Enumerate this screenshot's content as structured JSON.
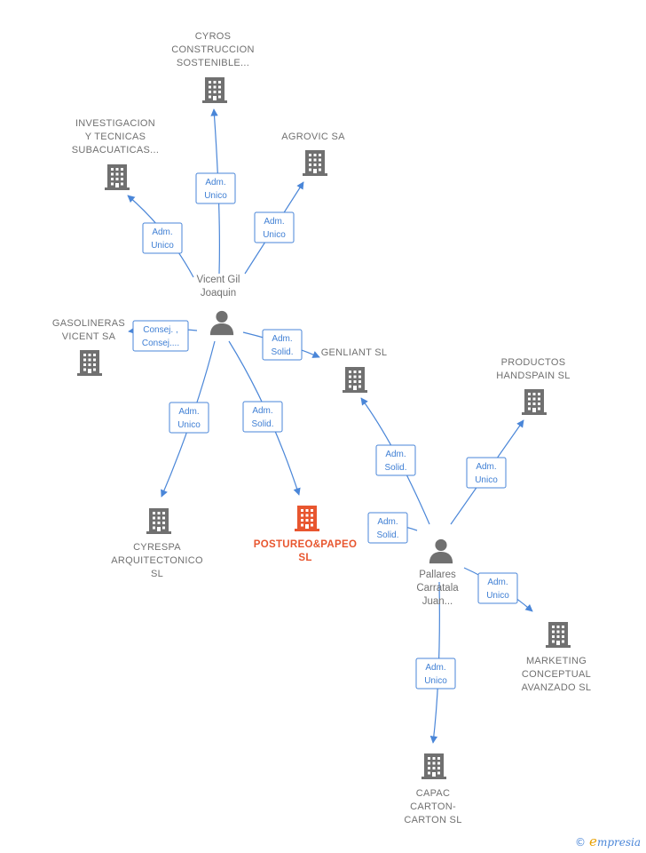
{
  "colors": {
    "edge": "#4a86d8",
    "company": "#707070",
    "main_company": "#e8562f",
    "person": "#707070"
  },
  "persons": [
    {
      "id": "vicent",
      "lines": [
        "Vicent Gil",
        "Joaquin"
      ],
      "icon": "person-icon"
    },
    {
      "id": "pallares",
      "lines": [
        "Pallares",
        "Carratala",
        "Juan..."
      ],
      "icon": "person-icon"
    }
  ],
  "companies": [
    {
      "id": "cyros",
      "lines": [
        "CYROS",
        "CONSTRUCCION",
        "SOSTENIBLE..."
      ],
      "main": false
    },
    {
      "id": "investigacion",
      "lines": [
        "INVESTIGACION",
        "Y TECNICAS",
        "SUBACUATICAS..."
      ],
      "main": false
    },
    {
      "id": "agrovic",
      "lines": [
        "AGROVIC SA"
      ],
      "main": false
    },
    {
      "id": "gasolineras",
      "lines": [
        "GASOLINERAS",
        "VICENT SA"
      ],
      "main": false
    },
    {
      "id": "genliant",
      "lines": [
        "GENLIANT  SL"
      ],
      "main": false
    },
    {
      "id": "productos",
      "lines": [
        "PRODUCTOS",
        "HANDSPAIN  SL"
      ],
      "main": false
    },
    {
      "id": "cyrespa",
      "lines": [
        "CYRESPA",
        "ARQUITECTONICO",
        "SL"
      ],
      "main": false
    },
    {
      "id": "postureo",
      "lines": [
        "POSTUREO&PAPEO",
        "SL"
      ],
      "main": true
    },
    {
      "id": "marketing",
      "lines": [
        "MARKETING",
        "CONCEPTUAL",
        "AVANZADO SL"
      ],
      "main": false
    },
    {
      "id": "capac",
      "lines": [
        "CAPAC",
        "CARTON-",
        "CARTON  SL"
      ],
      "main": false
    }
  ],
  "edges": [
    {
      "from": "vicent",
      "to": "cyros",
      "lines": [
        "Adm.",
        "Unico"
      ]
    },
    {
      "from": "vicent",
      "to": "investigacion",
      "lines": [
        "Adm.",
        "Unico"
      ]
    },
    {
      "from": "vicent",
      "to": "agrovic",
      "lines": [
        "Adm.",
        "Unico"
      ]
    },
    {
      "from": "vicent",
      "to": "gasolineras",
      "lines": [
        "Consej. ,",
        "Consej...."
      ]
    },
    {
      "from": "vicent",
      "to": "genliant",
      "lines": [
        "Adm.",
        "Solid."
      ]
    },
    {
      "from": "vicent",
      "to": "cyrespa",
      "lines": [
        "Adm.",
        "Unico"
      ]
    },
    {
      "from": "vicent",
      "to": "postureo",
      "lines": [
        "Adm.",
        "Solid."
      ]
    },
    {
      "from": "pallares",
      "to": "genliant",
      "lines": [
        "Adm.",
        "Solid."
      ]
    },
    {
      "from": "pallares",
      "to": "productos",
      "lines": [
        "Adm.",
        "Unico"
      ]
    },
    {
      "from": "pallares",
      "to": "postureo",
      "lines": [
        "Adm.",
        "Solid."
      ]
    },
    {
      "from": "pallares",
      "to": "marketing",
      "lines": [
        "Adm.",
        "Unico"
      ]
    },
    {
      "from": "pallares",
      "to": "capac",
      "lines": [
        "Adm.",
        "Unico"
      ]
    }
  ],
  "watermark": {
    "copyright": "©",
    "brand_initial": "e",
    "brand_rest": "mpresia"
  }
}
